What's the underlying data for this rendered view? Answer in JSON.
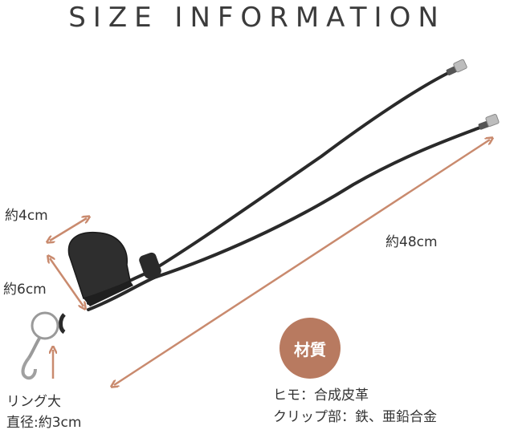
{
  "title": "SIZE INFORMATION",
  "dimensions": {
    "width_label": "約4cm",
    "height_label": "約6cm",
    "length_label": "約48cm",
    "ring_label_line1": "リング大",
    "ring_label_line2": "直径:約3cm"
  },
  "material": {
    "badge": "材質",
    "line1": "ヒモ：合成皮革",
    "line2": "クリップ部：鉄、亜鉛合金"
  },
  "colors": {
    "arrow": "#c98a6e",
    "badge": "#b87a60",
    "strap": "#2a2a2a"
  }
}
